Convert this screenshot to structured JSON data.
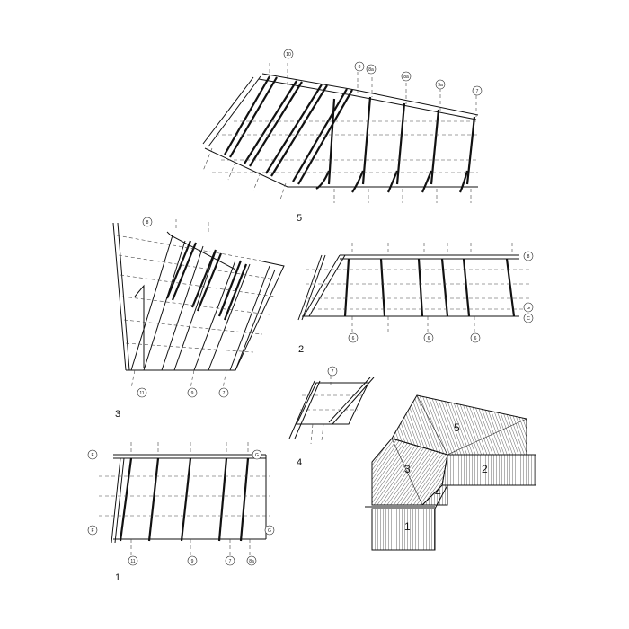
{
  "views": [
    {
      "id": "1",
      "label": "1"
    },
    {
      "id": "2",
      "label": "2"
    },
    {
      "id": "3",
      "label": "3"
    },
    {
      "id": "4",
      "label": "4"
    },
    {
      "id": "5",
      "label": "5"
    }
  ],
  "key_plan": {
    "zones": [
      "1",
      "2",
      "3",
      "4",
      "5"
    ]
  },
  "grid_tags": {
    "view5": [
      "10",
      "8",
      "8a",
      "8a",
      "9a",
      "7"
    ],
    "view3": [
      "8",
      "11",
      "9",
      "7"
    ],
    "view2": [
      "8",
      "G",
      "C",
      "6",
      "6",
      "6"
    ],
    "view4": [
      "7"
    ],
    "view1": [
      "F",
      "G",
      "F",
      "G",
      "11",
      "9",
      "7",
      "8a"
    ]
  },
  "colors": {
    "line": "#111111",
    "hatch": "#222222",
    "background": "#ffffff"
  }
}
